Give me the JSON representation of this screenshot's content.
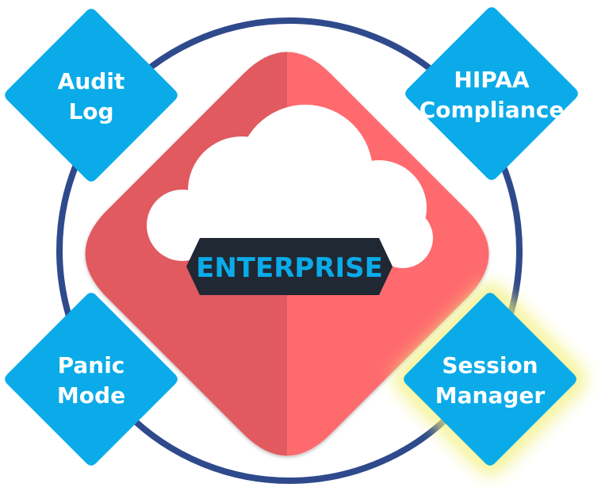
{
  "center": {
    "badge_text": "ENTERPRISE"
  },
  "features": [
    {
      "id": "audit-log",
      "lines": [
        "Audit",
        "Log"
      ],
      "highlighted": false
    },
    {
      "id": "hipaa-compliance",
      "lines": [
        "HIPAA",
        "Compliance"
      ],
      "highlighted": false
    },
    {
      "id": "panic-mode",
      "lines": [
        "Panic",
        "Mode"
      ],
      "highlighted": false
    },
    {
      "id": "session-manager",
      "lines": [
        "Session",
        "Manager"
      ],
      "highlighted": true
    }
  ],
  "colors": {
    "ring": "#2f4a8c",
    "feature_fill": "#0aabe8",
    "feature_text": "#ffffff",
    "center_left": "#e05a5e",
    "center_right": "#ff6b6e",
    "cloud": "#ffffff",
    "badge_fill": "#202833",
    "badge_text": "#0aabe8",
    "highlight_glow": "#f2f07a"
  }
}
